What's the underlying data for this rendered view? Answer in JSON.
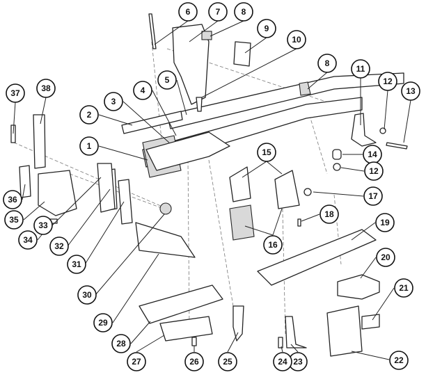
{
  "diagram": {
    "type": "exploded-parts-view",
    "callouts": [
      "1",
      "2",
      "3",
      "4",
      "5",
      "6",
      "7",
      "8",
      "9",
      "10",
      "8",
      "11",
      "12",
      "13",
      "14",
      "12",
      "15",
      "16",
      "17",
      "18",
      "19",
      "20",
      "21",
      "22",
      "23",
      "24",
      "25",
      "26",
      "27",
      "28",
      "29",
      "30",
      "31",
      "32",
      "33",
      "34",
      "35",
      "36",
      "37",
      "38"
    ]
  }
}
